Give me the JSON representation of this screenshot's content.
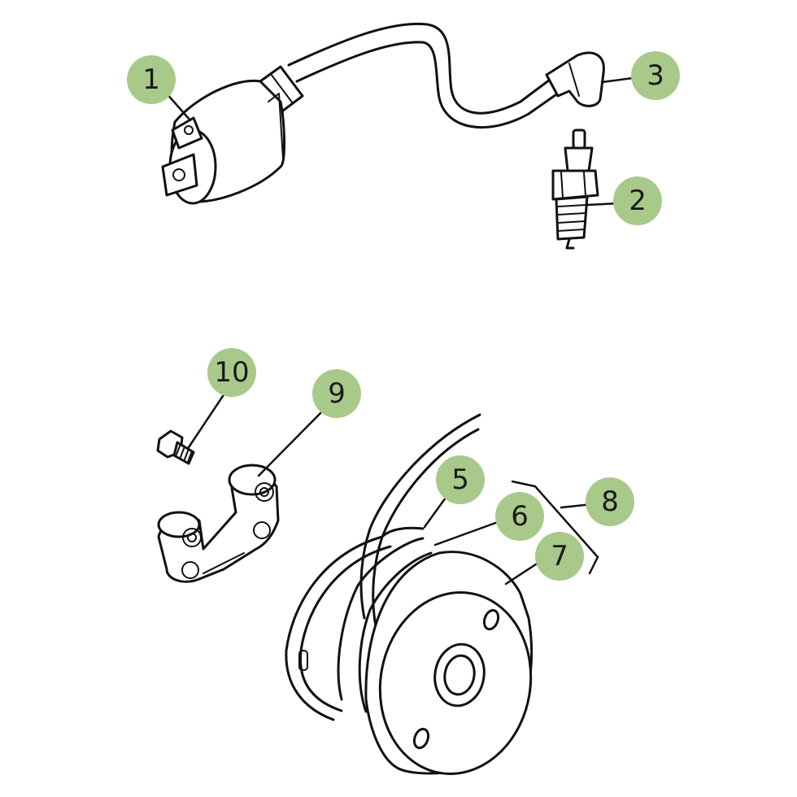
{
  "colors": {
    "callout_fill": "#a9c98a",
    "line": "#111111",
    "background": "#ffffff"
  },
  "callouts": [
    {
      "id": "1",
      "label": "1",
      "part": "ignition-coil"
    },
    {
      "id": "2",
      "label": "2",
      "part": "spark-plug"
    },
    {
      "id": "3",
      "label": "3",
      "part": "plug-cap"
    },
    {
      "id": "5",
      "label": "5",
      "part": "flywheel-wire"
    },
    {
      "id": "6",
      "label": "6",
      "part": "stator-ring"
    },
    {
      "id": "7",
      "label": "7",
      "part": "flywheel"
    },
    {
      "id": "8",
      "label": "8",
      "part": "flywheel-assembly"
    },
    {
      "id": "9",
      "label": "9",
      "part": "bracket"
    },
    {
      "id": "10",
      "label": "10",
      "part": "bolt"
    }
  ]
}
